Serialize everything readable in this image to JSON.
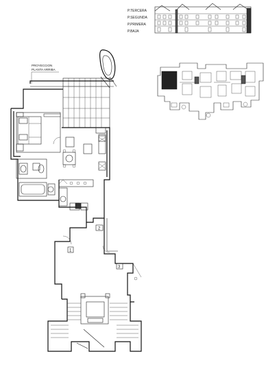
{
  "floor_levels": [
    "P.TERCERA",
    "P.SEGUNDA",
    "P.PRIMERA",
    "P.BAJA"
  ],
  "projection_note": [
    "PROYECCION",
    "PLANTA ARRIBA"
  ],
  "room_numbers": [
    "1",
    "2",
    "3"
  ]
}
